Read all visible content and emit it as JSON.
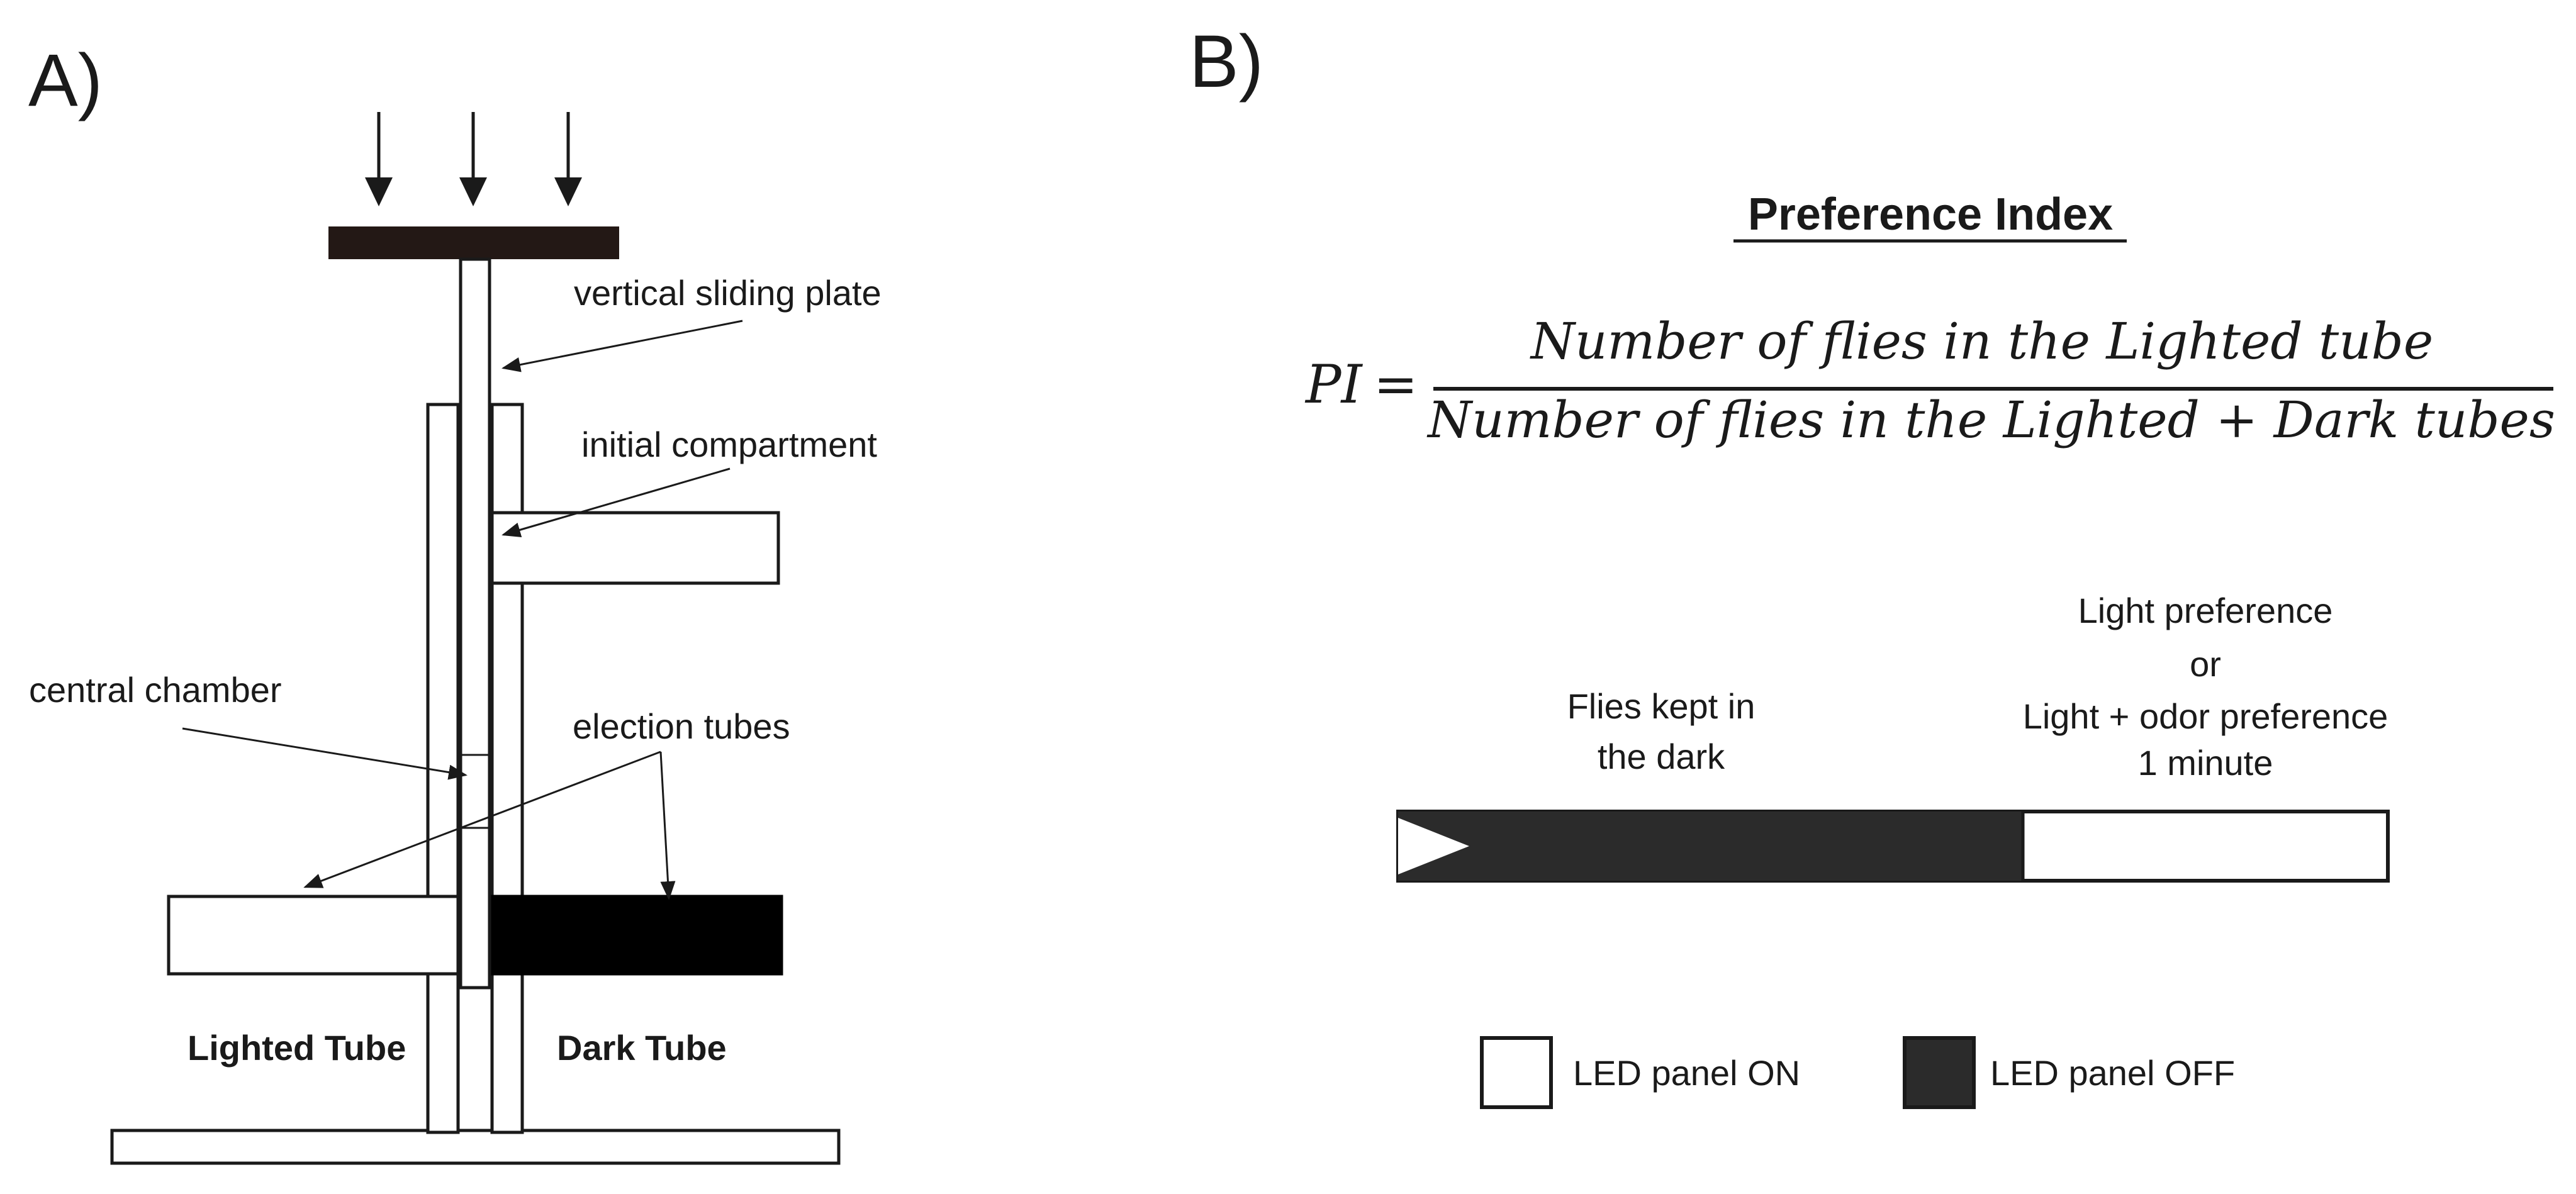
{
  "panel_a": {
    "panel_label": "A)",
    "labels": {
      "vertical_sliding_plate": "vertical sliding plate",
      "initial_compartment": "initial compartment",
      "central_chamber": "central chamber",
      "election_tubes": "election tubes",
      "lighted_tube": "Lighted Tube",
      "dark_tube": "Dark Tube"
    }
  },
  "panel_b": {
    "panel_label": "B)",
    "title": "Preference Index",
    "formula": {
      "lhs": "PI",
      "equals": "=",
      "numerator": "Number of flies in the Lighted tube",
      "denominator": "Number of flies in the Lighted + Dark tubes"
    },
    "timeline": {
      "dark_phase_label": [
        "Flies kept in",
        "the dark"
      ],
      "light_phase_label": [
        "Light preference",
        "or",
        "Light + odor preference",
        "1 minute"
      ]
    },
    "legend": {
      "on_label": "LED panel ON",
      "off_label": "LED panel OFF"
    },
    "colors": {
      "led_off": "#2b2b2b",
      "led_on": "#ffffff",
      "dark_tube": "#000000",
      "top_plate": "#231815",
      "stroke": "#1a1a1a"
    }
  }
}
